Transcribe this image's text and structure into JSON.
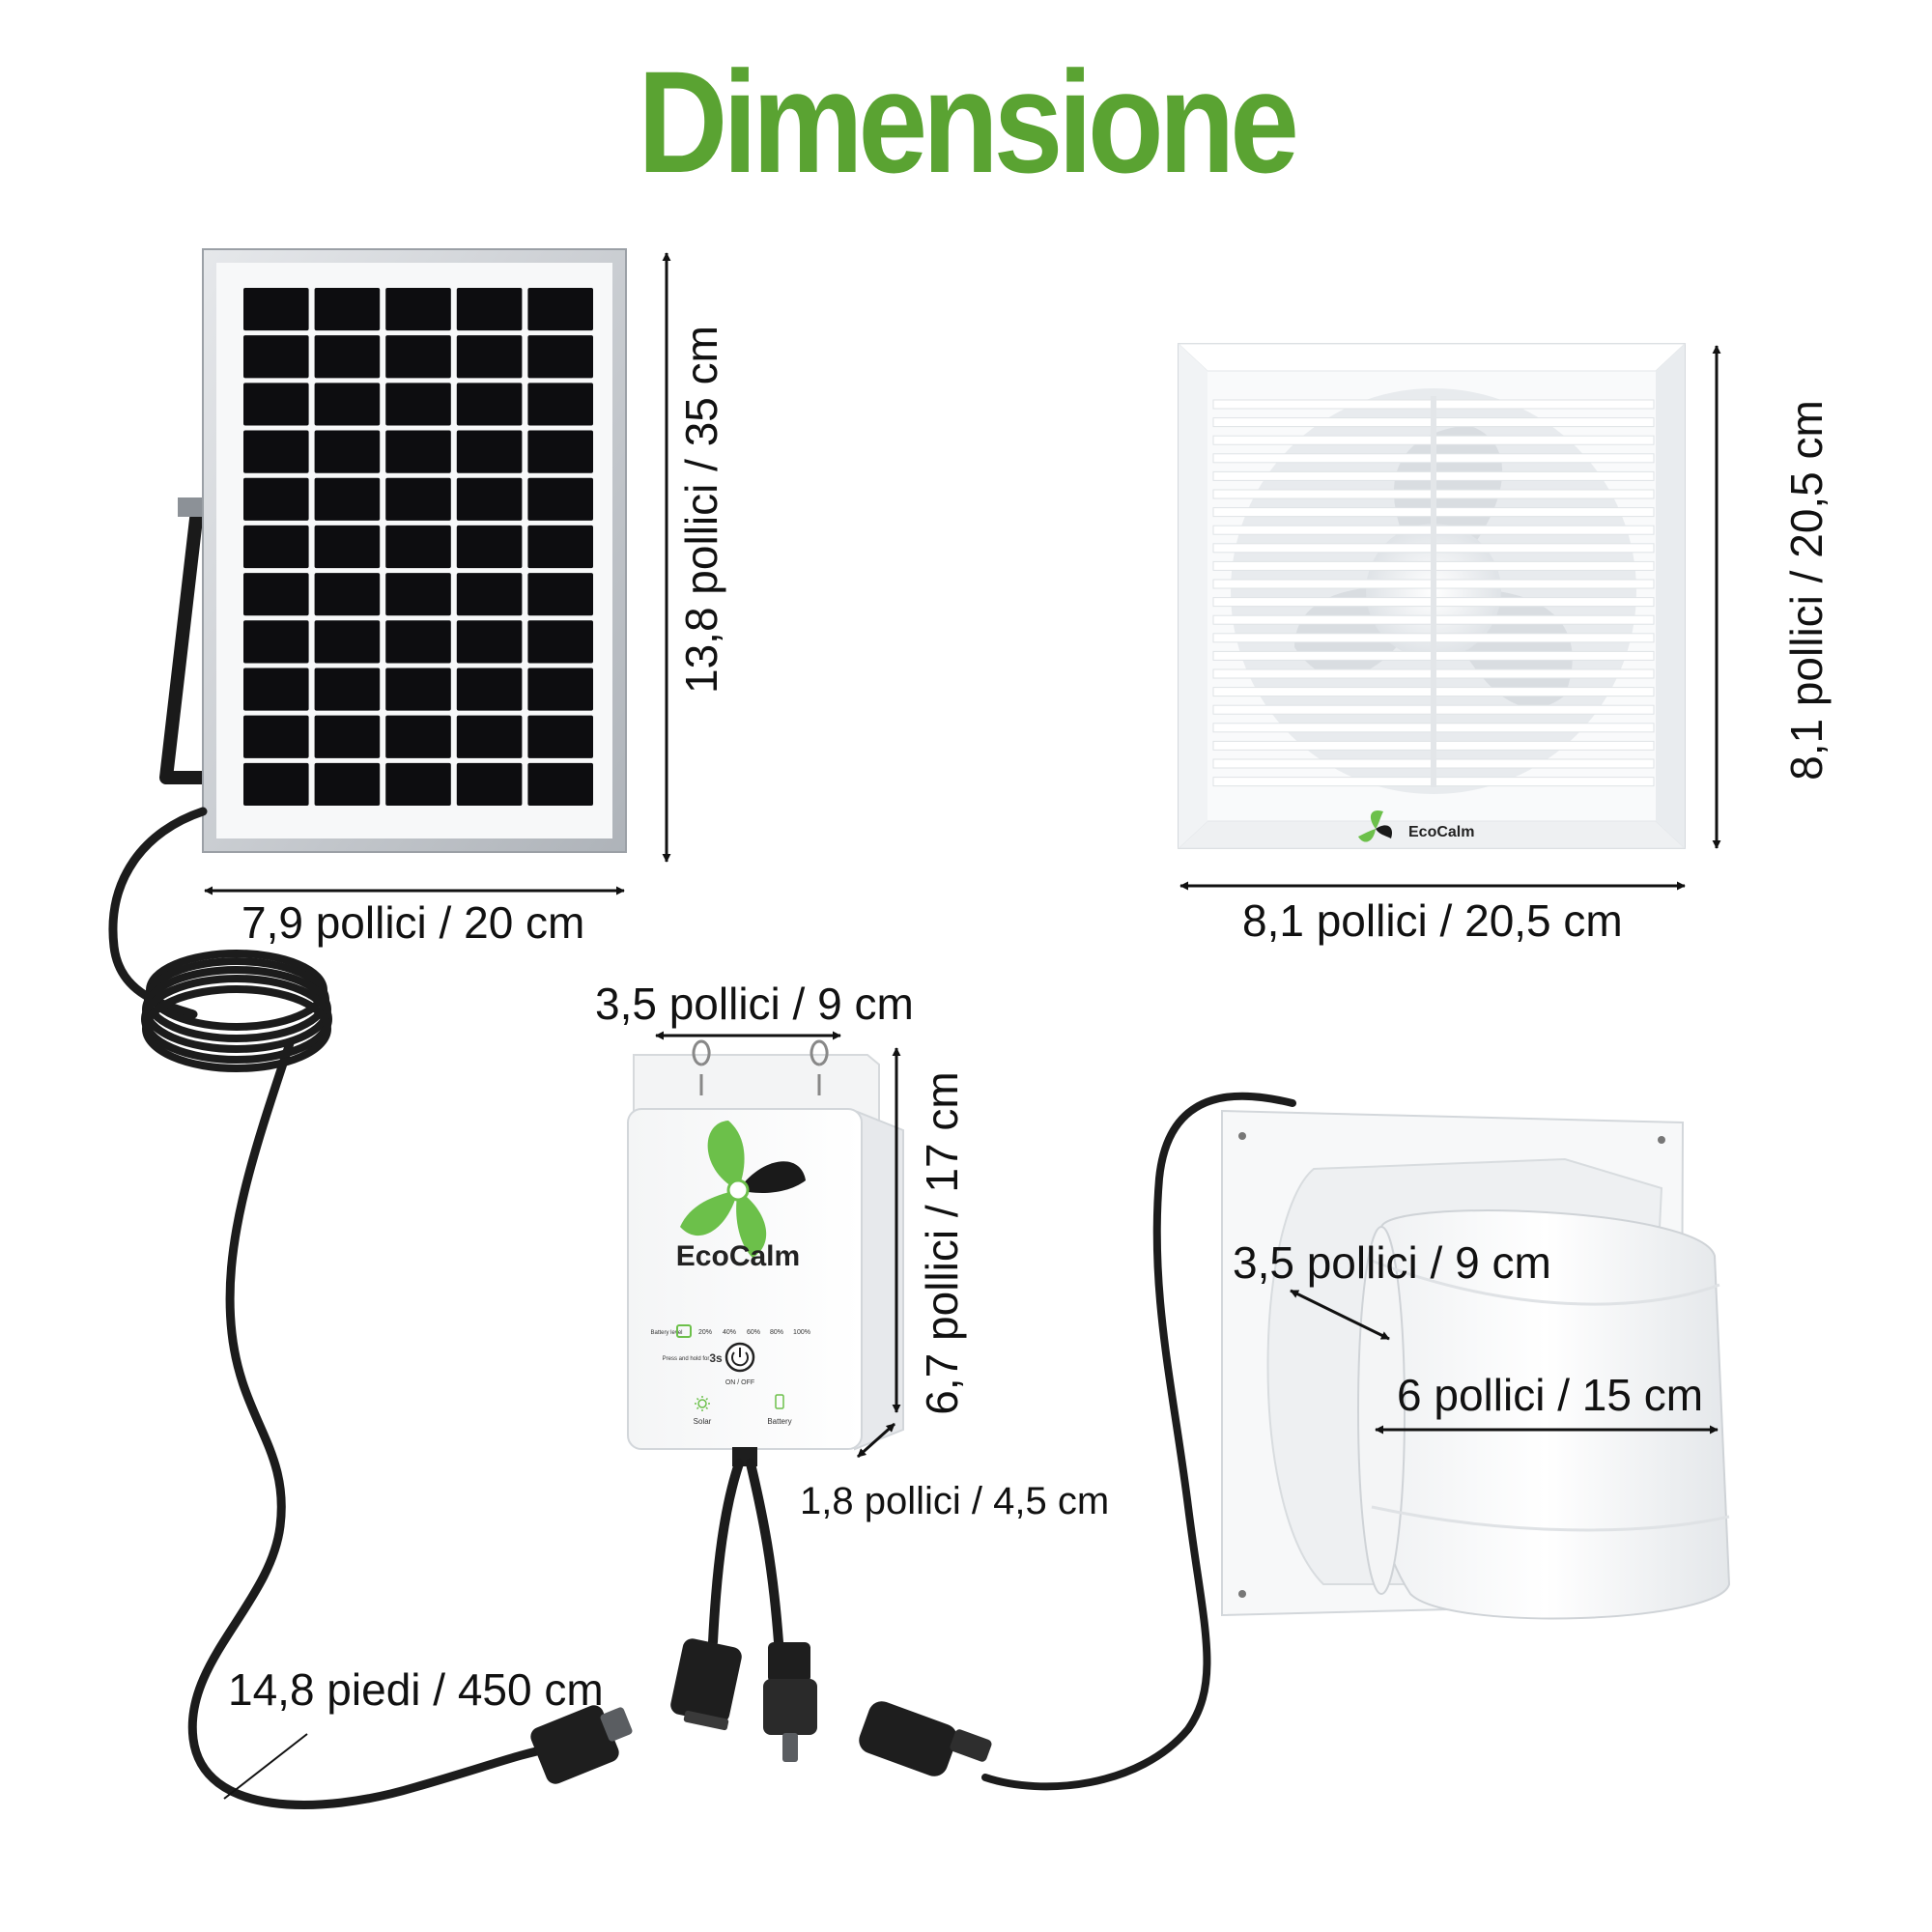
{
  "title": "Dimensione",
  "colors": {
    "title_green": "#5aa332",
    "brand_green": "#6cc04a",
    "dimension_line": "#111111",
    "cable": "#1c1c1c",
    "solar_cell": "#0d0d10",
    "panel_frame": "#c9cdd2"
  },
  "solar_panel": {
    "height_label": "13,8 pollici / 35 cm",
    "width_label": "7,9 pollici / 20 cm",
    "cable_label": "14,8 piedi / 450 cm"
  },
  "fan_front": {
    "brand": "EcoCalm",
    "height_label": "8,1 pollici / 20,5 cm",
    "width_label": "8,1 pollici / 20,5 cm"
  },
  "controller": {
    "brand": "EcoCalm",
    "width_label": "3,5 pollici / 9 cm",
    "height_label": "6,7 pollici / 17 cm",
    "depth_label": "1,8 pollici / 4,5 cm",
    "battery_label": "Battery level",
    "levels": [
      "20%",
      "40%",
      "60%",
      "80%",
      "100%"
    ],
    "hold_label": "Press and hold for",
    "hold_seconds": "3s",
    "power_label": "ON / OFF",
    "solar_label": "Solar",
    "battery_port_label": "Battery"
  },
  "fan_side": {
    "duct_depth_label": "3,5 pollici / 9 cm",
    "duct_diameter_label": "6 pollici / 15 cm"
  }
}
